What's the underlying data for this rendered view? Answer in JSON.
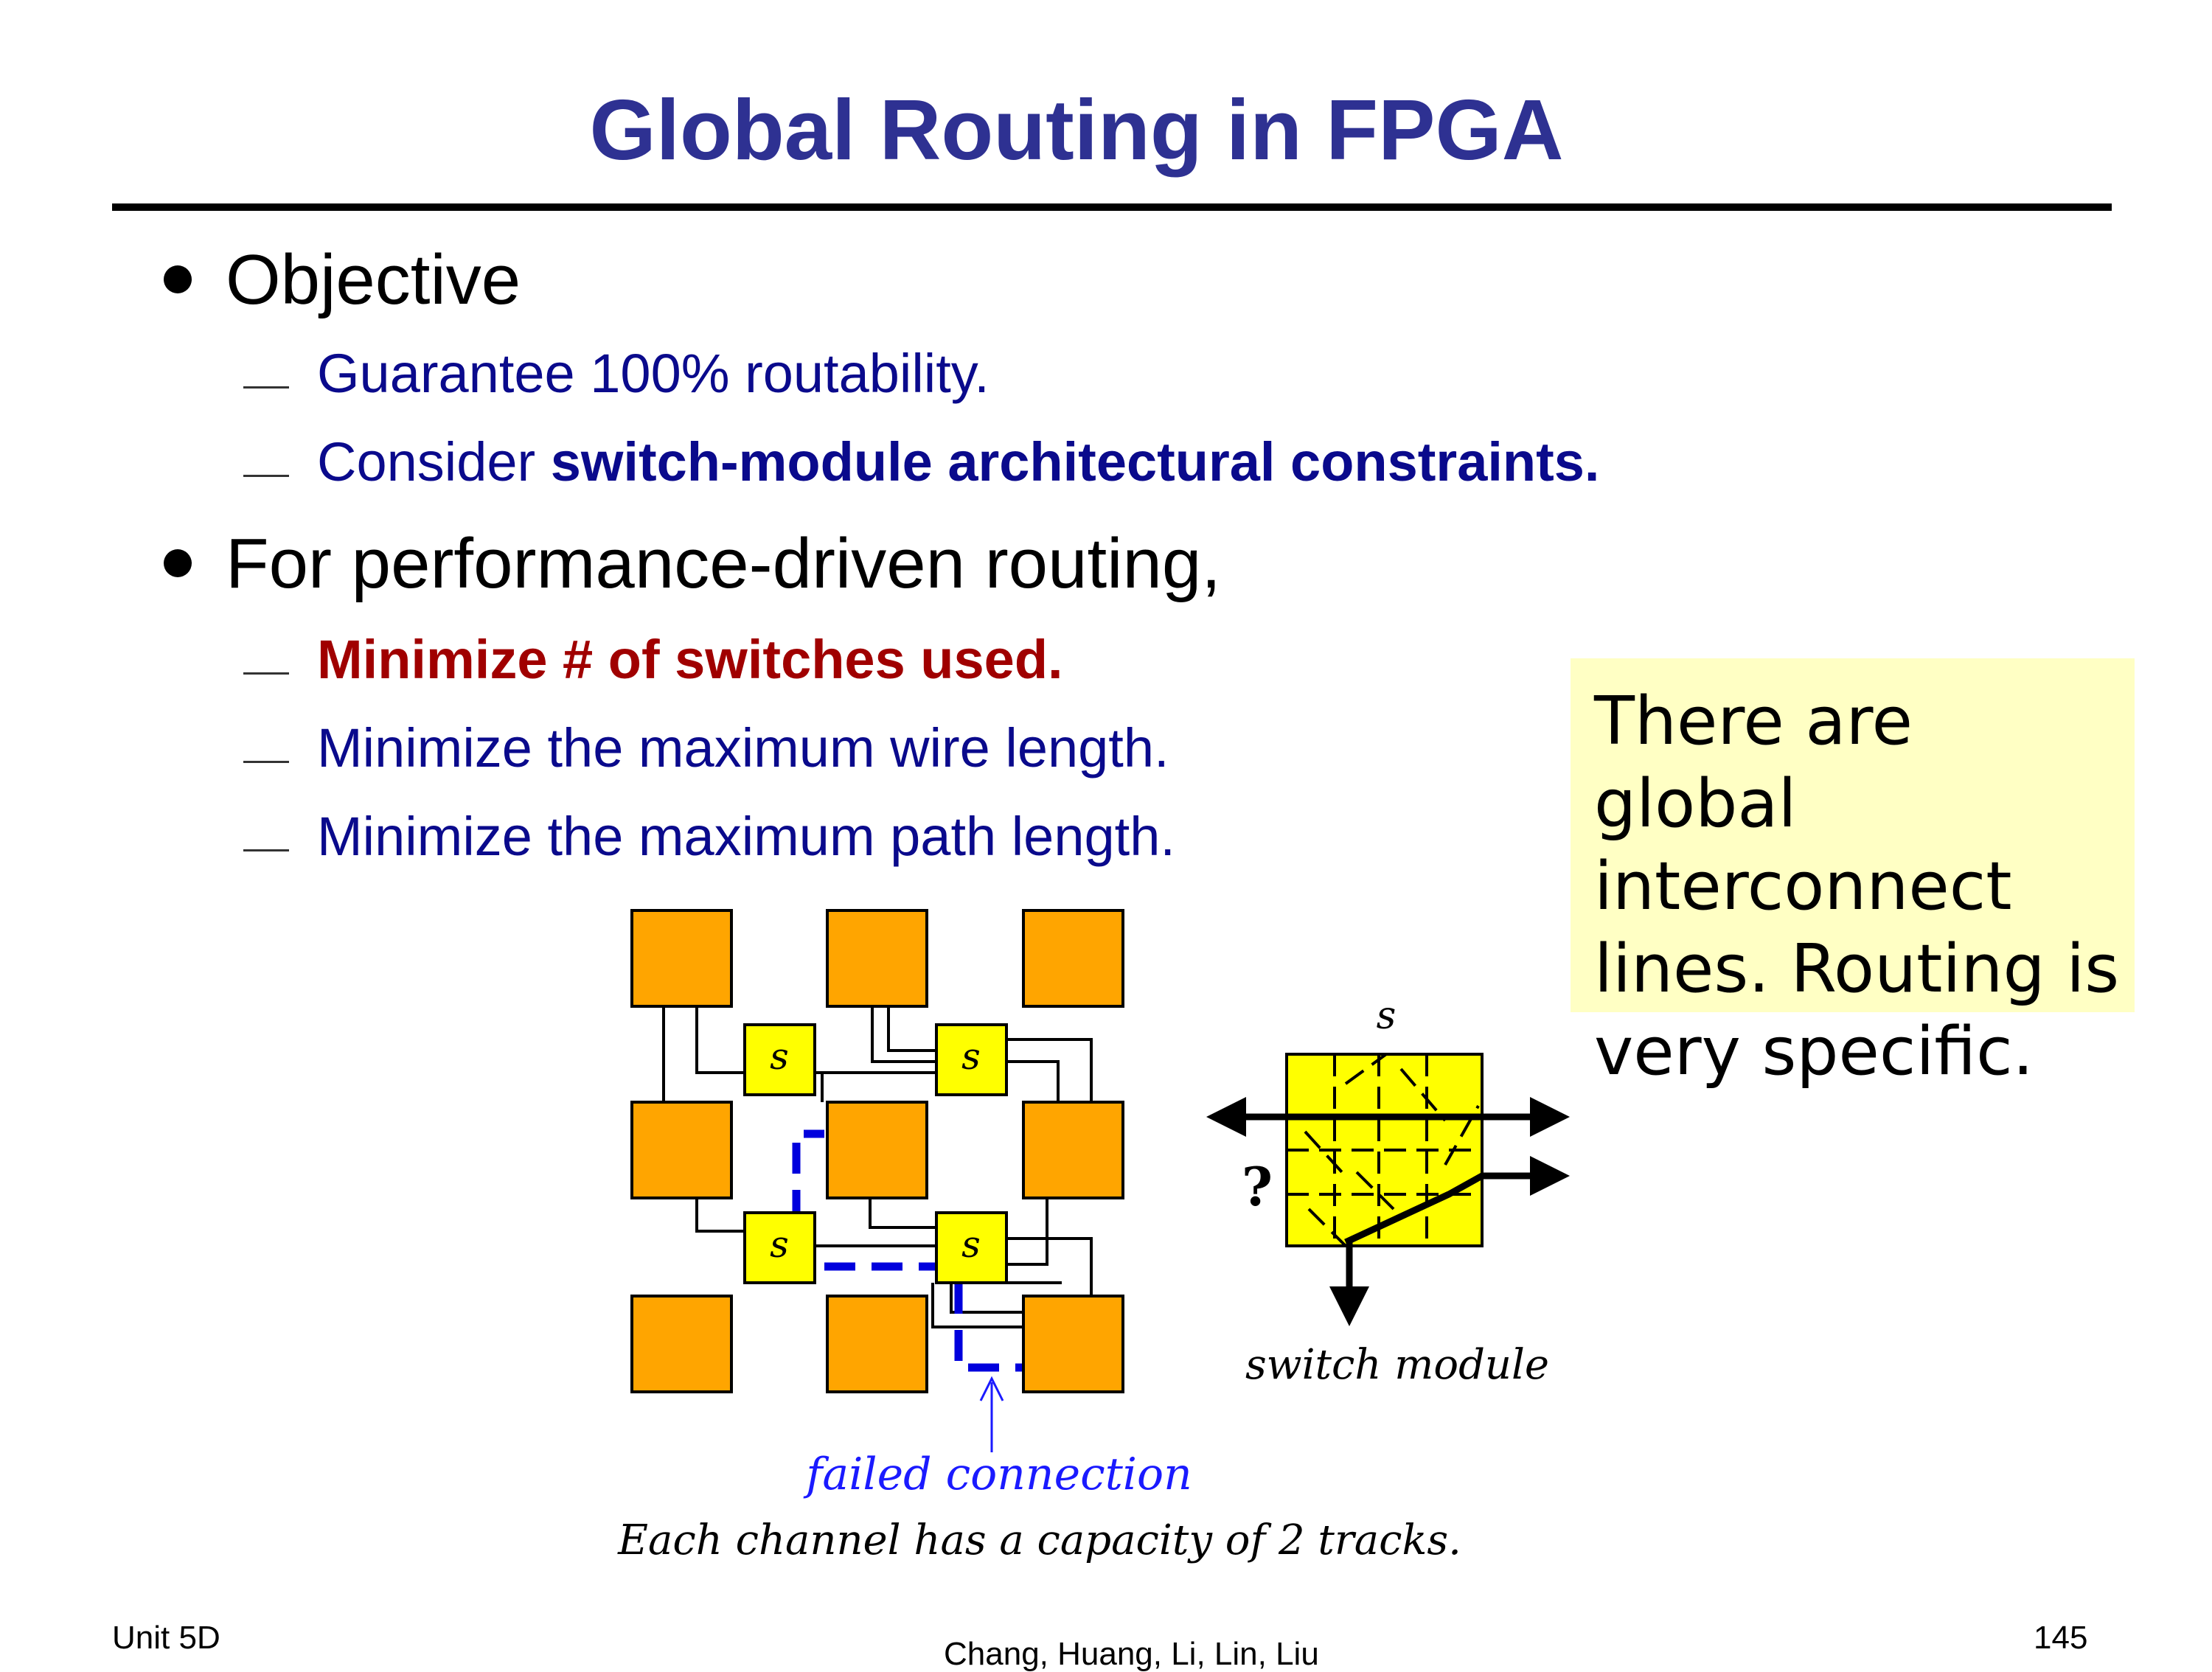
{
  "slide": {
    "title": "Global Routing in FPGA",
    "bullets": [
      {
        "text": "Objective",
        "subitems": [
          {
            "parts": [
              {
                "text": "Guarantee 100% routability.",
                "bold": false
              }
            ]
          },
          {
            "parts": [
              {
                "text": "Consider ",
                "bold": false
              },
              {
                "text": "switch-module architectural constraints.",
                "bold": true
              }
            ]
          }
        ]
      },
      {
        "text": "For performance-driven routing,",
        "subitems": [
          {
            "parts": [
              {
                "text": "Minimize # of switches used.",
                "bold": true
              }
            ],
            "highlight": "#a00000"
          },
          {
            "parts": [
              {
                "text": "Minimize the maximum wire length.",
                "bold": false
              }
            ]
          },
          {
            "parts": [
              {
                "text": "Minimize the maximum path length.",
                "bold": false
              }
            ]
          }
        ]
      }
    ],
    "note": "There are global interconnect lines. Routing is very specific."
  },
  "diagram": {
    "switch_label": "s",
    "failed_label": "failed connection",
    "caption": "Each channel has a capacity of 2 tracks.",
    "module_label": "s",
    "question_mark": "?",
    "module_caption": "switch module",
    "colors": {
      "logic_block": "#ffa500",
      "switch_box": "#ffff00",
      "failed_path": "#0000dd",
      "failed_text": "#1a1aff"
    }
  },
  "footer": {
    "unit": "Unit 5D",
    "authors": "Chang, Huang, Li, Lin, Liu",
    "page": "145"
  }
}
